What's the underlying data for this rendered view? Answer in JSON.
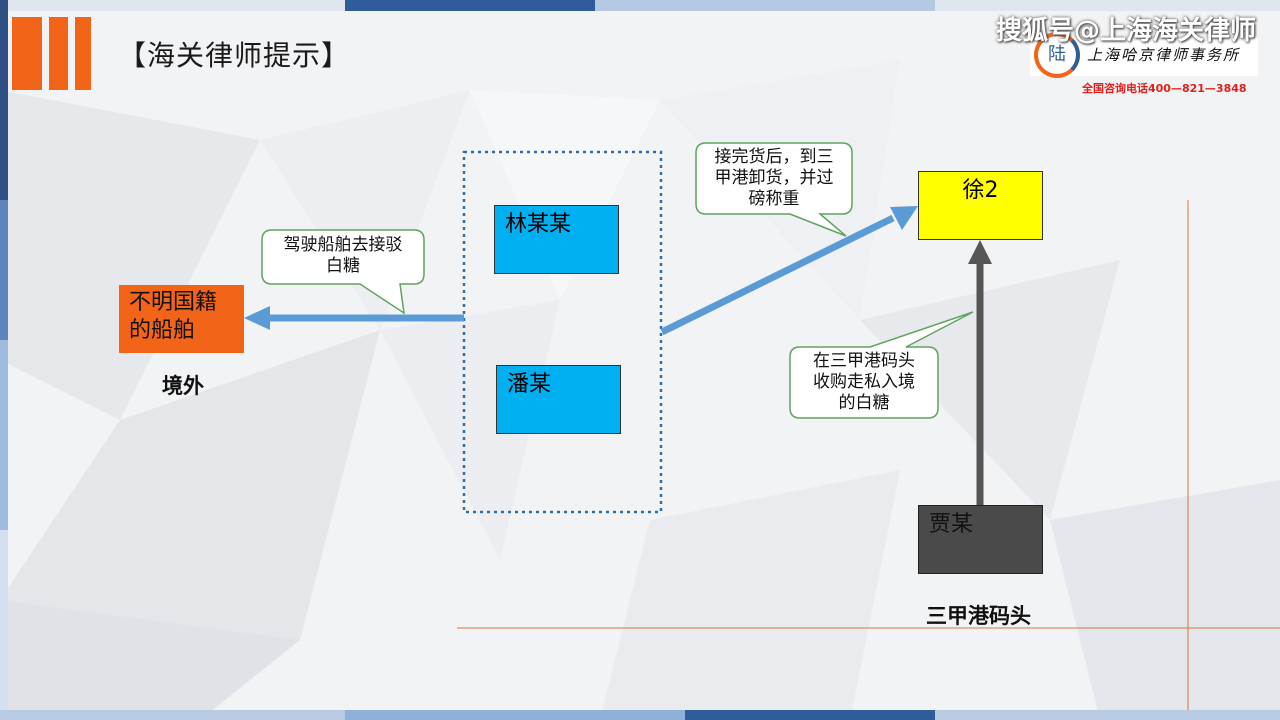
{
  "slide": {
    "title": "【海关律师提示】"
  },
  "watermark": {
    "brand_line": "搜狐号@上海海关律师",
    "firm_name": "上海哈京律师事务所",
    "phone": "全国咨询电话400—821—3848",
    "logo_char": "陆"
  },
  "nodes": {
    "unknown_ship": "不明国籍\n的船舶",
    "lin": "林某某",
    "pan": "潘某",
    "xu": "徐2",
    "jia": "贾某"
  },
  "labels": {
    "abroad": "境外",
    "sanjia_pier": "三甲港码头"
  },
  "callouts": {
    "drive_ship_line1": "驾驶船舶去接驳",
    "drive_ship_line2": "白糖",
    "after_pickup_line1": "接完货后，到三",
    "after_pickup_line2": "甲港卸货，并过",
    "after_pickup_line3": "磅称重",
    "purchase_line1": "在三甲港码头",
    "purchase_line2": "收购走私入境",
    "purchase_line3": "的白糖"
  },
  "colors": {
    "accent_orange": "#f26418",
    "node_blue": "#00b0f0",
    "node_yellow": "#ffff00",
    "node_dark": "#4a4a4a",
    "arrow_blue": "#5b9bd5",
    "arrow_dark": "#555555",
    "callout_border": "#5fa35f"
  }
}
